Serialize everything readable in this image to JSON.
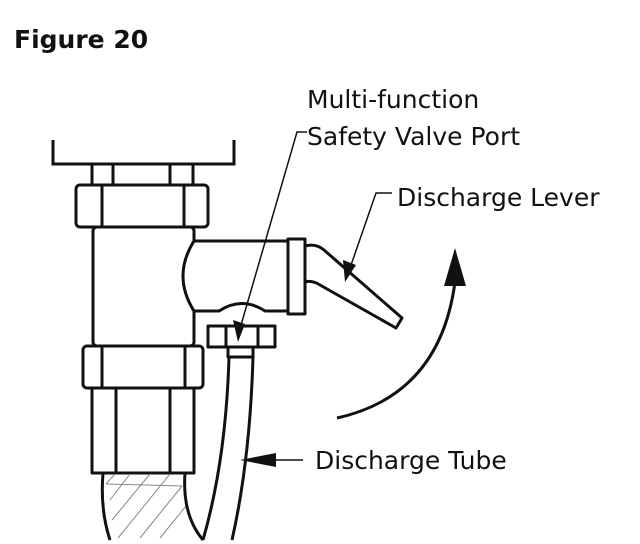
{
  "figure": {
    "title": "Figure 20",
    "labels": {
      "safety_valve_line1": "Multi-function",
      "safety_valve_line2": "Safety Valve Port",
      "discharge_lever": "Discharge Lever",
      "discharge_tube": "Discharge Tube"
    }
  }
}
